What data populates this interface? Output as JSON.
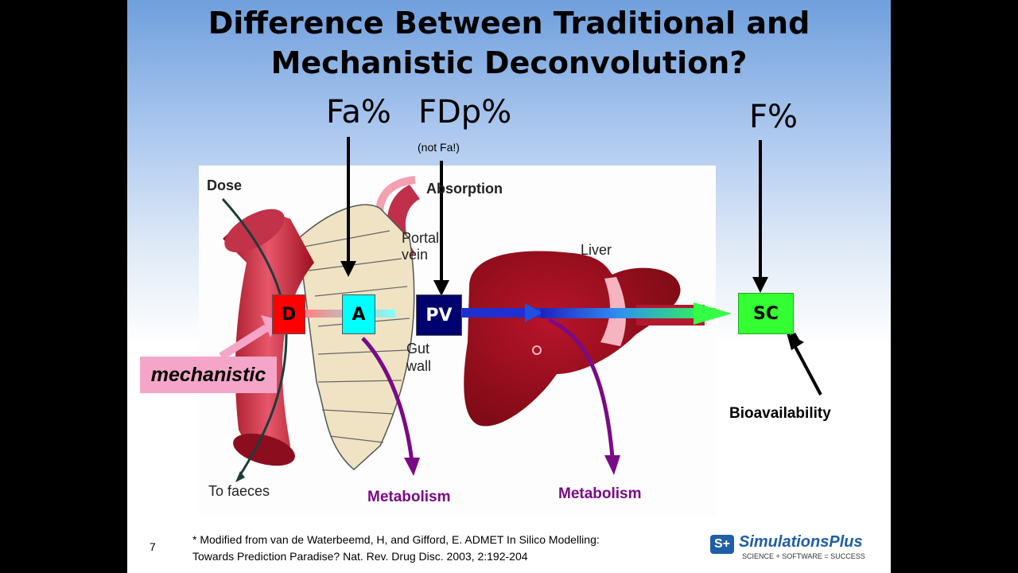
{
  "title_line1": "Difference Between Traditional and",
  "title_line2": "Mechanistic Deconvolution?",
  "labels": {
    "fa": "Fa%",
    "fdp": "FDp%",
    "fdp_note": "(not Fa!)",
    "f": "F%",
    "bioavailability": "Bioavailability",
    "mechanistic": "mechanistic"
  },
  "figure": {
    "dose": "Dose",
    "absorption": "Absorption",
    "portal_vein_1": "Portal",
    "portal_vein_2": "vein",
    "liver": "Liver",
    "gut_wall_1": "Gut",
    "gut_wall_2": "wall",
    "to_faeces": "To faeces",
    "metabolism_1": "Metabolism",
    "metabolism_2": "Metabolism"
  },
  "boxes": {
    "d": "D",
    "a": "A",
    "pv": "PV",
    "sc": "SC"
  },
  "footnote_line1": "* Modified from van de Waterbeemd, H, and Gifford, E. ADMET In Silico Modelling:",
  "footnote_line2": "Towards Prediction Paradise? Nat. Rev. Drug Disc. 2003, 2:192-204",
  "page_number": "7",
  "logo": {
    "mark": "S+",
    "name": "SimulationsPlus",
    "tagline": "SCIENCE + SOFTWARE = SUCCESS"
  },
  "colors": {
    "d_box": "#ff0000",
    "a_box": "#00ffff",
    "pv_box": "#00006e",
    "sc_box": "#33ff33",
    "metabolism": "#7a0a86",
    "mechanistic_bg": "#f5a6c8"
  }
}
